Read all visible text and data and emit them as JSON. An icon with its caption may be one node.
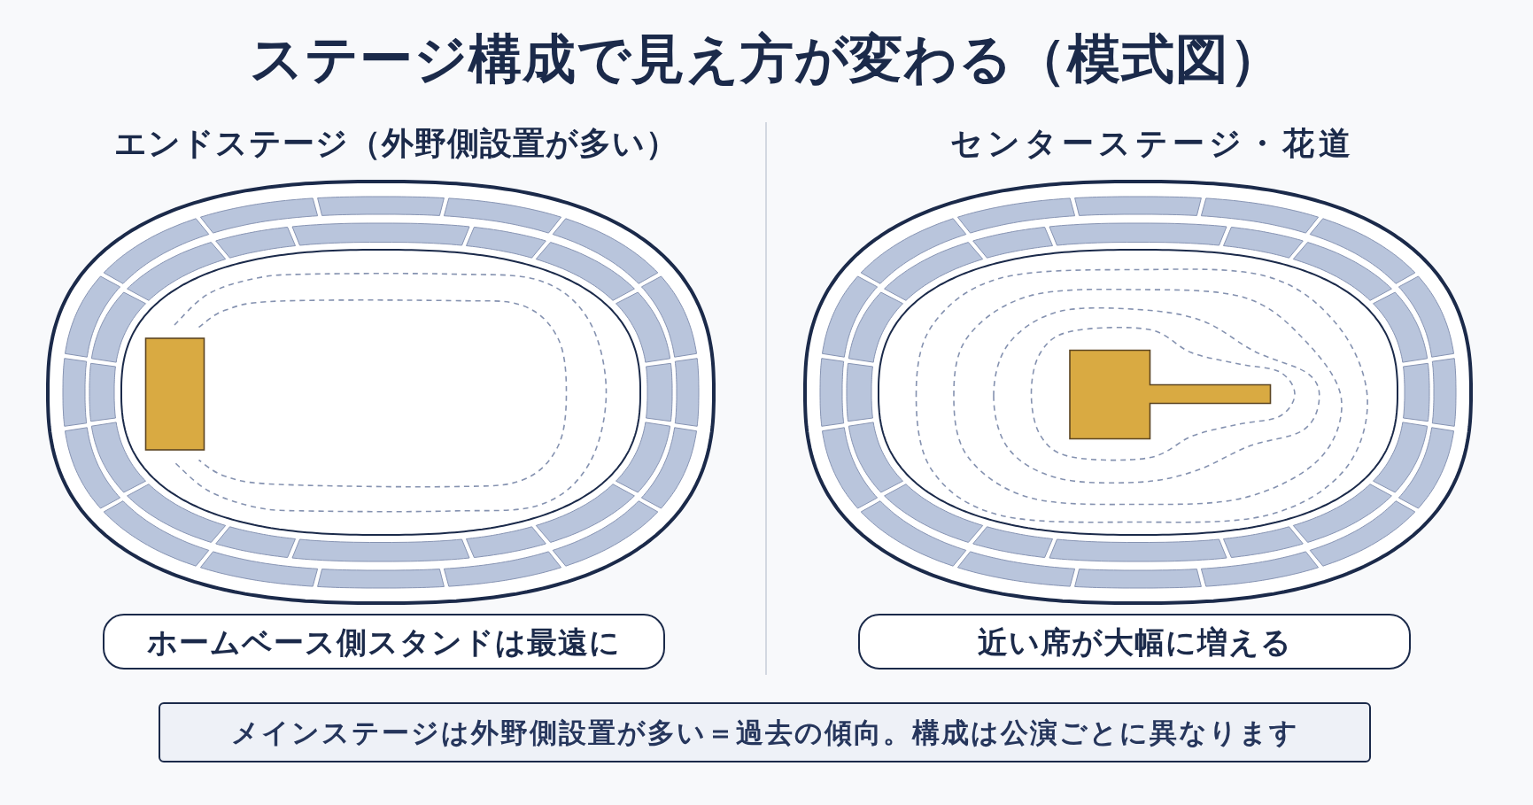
{
  "diagram": {
    "title": "ステージ構成で見え方が変わる（模式図）",
    "nodes": [
      {
        "text": [
          "ホームベース側スタンドは最遠に"
        ]
      },
      {
        "text": [
          "近い席が大幅に増える"
        ]
      },
      {
        "text": [
          "メインステージは外野側設置が多い＝過去の傾向。構成は公演ごとに異なります"
        ]
      }
    ],
    "labels": [
      "エンドステージ（外野側設置が多い）",
      "センターステージ・花道"
    ]
  }
}
